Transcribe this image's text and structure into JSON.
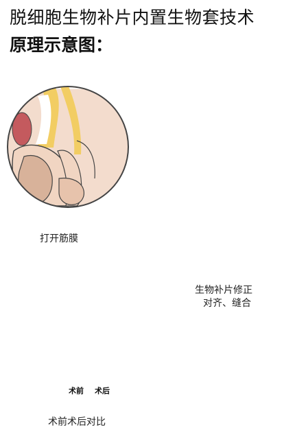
{
  "header": {
    "title_line1": "脱细胞生物补片内置生物套技术",
    "title_line2": "原理示意图："
  },
  "steps": {
    "step1_caption": "打开筋膜",
    "step2_caption_line1": "生物补片修正",
    "step2_caption_line2": "对齐、缝合",
    "step3_caption": "术前术后对比",
    "before_label": "术前",
    "after_label": "术后"
  },
  "colors": {
    "skin": "#f1d5c2",
    "skin_dark": "#cfa78f",
    "yellow": "#f2cd63",
    "red": "#c45a5e",
    "patch": "#d9b8aa",
    "patch_red": "#a7392e",
    "outline": "#444444"
  }
}
